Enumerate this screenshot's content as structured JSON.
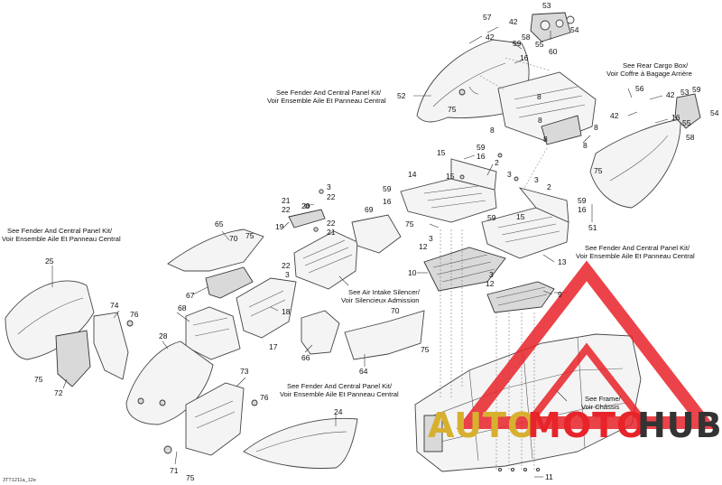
{
  "diagram": {
    "ref_code": "3TT1211a_12e",
    "notes": {
      "fender_left": [
        "See Fender And Central Panel Kit/",
        "Voir Ensemble Aile Et Panneau Central"
      ],
      "fender_top": [
        "See Fender And Central Panel Kit/",
        "Voir Ensemble Aile Et Panneau Central"
      ],
      "fender_right": [
        "See Fender And Central Panel Kit/",
        "Voir Ensemble Aile Et Panneau Central"
      ],
      "fender_bottom": [
        "See Fender And Central Panel Kit/",
        "Voir Ensemble Aile Et Panneau Central"
      ],
      "cargo_box": [
        "See Rear Cargo Box/",
        "Voir Coffre à Bagage Arrière"
      ],
      "air_intake": [
        "See Air Intake Silencer/",
        "Voir Silencieux Admission"
      ],
      "frame": [
        "See Frame/",
        "Voir Châssis"
      ]
    },
    "callouts": [
      {
        "id": "c53a",
        "label": "53"
      },
      {
        "id": "c57",
        "label": "57"
      },
      {
        "id": "c42a",
        "label": "42"
      },
      {
        "id": "c42b",
        "label": "42"
      },
      {
        "id": "c58a",
        "label": "58"
      },
      {
        "id": "c59a",
        "label": "59"
      },
      {
        "id": "c55a",
        "label": "55"
      },
      {
        "id": "c54a",
        "label": "54"
      },
      {
        "id": "c60",
        "label": "60"
      },
      {
        "id": "c16a",
        "label": "16"
      },
      {
        "id": "c52",
        "label": "52"
      },
      {
        "id": "c75a",
        "label": "75"
      },
      {
        "id": "c8a",
        "label": "8"
      },
      {
        "id": "c8b",
        "label": "8"
      },
      {
        "id": "c8c",
        "label": "8"
      },
      {
        "id": "c8d",
        "label": "8"
      },
      {
        "id": "c8e",
        "label": "8"
      },
      {
        "id": "c8f",
        "label": "8"
      },
      {
        "id": "c56",
        "label": "56"
      },
      {
        "id": "c42c",
        "label": "42"
      },
      {
        "id": "c42d",
        "label": "42"
      },
      {
        "id": "c53b",
        "label": "53"
      },
      {
        "id": "c59b",
        "label": "59"
      },
      {
        "id": "c54b",
        "label": "54"
      },
      {
        "id": "c16b",
        "label": "16"
      },
      {
        "id": "c55b",
        "label": "55"
      },
      {
        "id": "c58b",
        "label": "58"
      },
      {
        "id": "c75b",
        "label": "75"
      },
      {
        "id": "c59c",
        "label": "59"
      },
      {
        "id": "c15a",
        "label": "15"
      },
      {
        "id": "c16c",
        "label": "16"
      },
      {
        "id": "c2a",
        "label": "2"
      },
      {
        "id": "c14",
        "label": "14"
      },
      {
        "id": "c15b",
        "label": "15"
      },
      {
        "id": "c3a",
        "label": "3"
      },
      {
        "id": "c59d",
        "label": "59"
      },
      {
        "id": "c16d",
        "label": "16"
      },
      {
        "id": "c75c",
        "label": "75"
      },
      {
        "id": "c3b",
        "label": "3"
      },
      {
        "id": "c2b",
        "label": "2"
      },
      {
        "id": "c59e",
        "label": "59"
      },
      {
        "id": "c16e",
        "label": "16"
      },
      {
        "id": "c51",
        "label": "51"
      },
      {
        "id": "c59f",
        "label": "59"
      },
      {
        "id": "c15c",
        "label": "15"
      },
      {
        "id": "c3c",
        "label": "3"
      },
      {
        "id": "c12a",
        "label": "12"
      },
      {
        "id": "c10",
        "label": "10"
      },
      {
        "id": "c13",
        "label": "13"
      },
      {
        "id": "c3d",
        "label": "3"
      },
      {
        "id": "c12b",
        "label": "12"
      },
      {
        "id": "c9",
        "label": "9"
      },
      {
        "id": "c21a",
        "label": "21"
      },
      {
        "id": "c22a",
        "label": "22"
      },
      {
        "id": "c3e",
        "label": "3"
      },
      {
        "id": "c22b",
        "label": "22"
      },
      {
        "id": "c20",
        "label": "20"
      },
      {
        "id": "c19",
        "label": "19"
      },
      {
        "id": "c22c",
        "label": "22"
      },
      {
        "id": "c21b",
        "label": "21"
      },
      {
        "id": "c69",
        "label": "69"
      },
      {
        "id": "c22d",
        "label": "22"
      },
      {
        "id": "c3f",
        "label": "3"
      },
      {
        "id": "c65",
        "label": "65"
      },
      {
        "id": "c70a",
        "label": "70"
      },
      {
        "id": "c75d",
        "label": "75"
      },
      {
        "id": "c25",
        "label": "25"
      },
      {
        "id": "c67",
        "label": "67"
      },
      {
        "id": "c74",
        "label": "74"
      },
      {
        "id": "c76a",
        "label": "76"
      },
      {
        "id": "c68",
        "label": "68"
      },
      {
        "id": "c18",
        "label": "18"
      },
      {
        "id": "c17",
        "label": "17"
      },
      {
        "id": "c70b",
        "label": "70"
      },
      {
        "id": "c28",
        "label": "28"
      },
      {
        "id": "c75e",
        "label": "75"
      },
      {
        "id": "c72",
        "label": "72"
      },
      {
        "id": "c66",
        "label": "66"
      },
      {
        "id": "c64",
        "label": "64"
      },
      {
        "id": "c75f",
        "label": "75"
      },
      {
        "id": "c73",
        "label": "73"
      },
      {
        "id": "c76b",
        "label": "76"
      },
      {
        "id": "c24",
        "label": "24"
      },
      {
        "id": "c71",
        "label": "71"
      },
      {
        "id": "c75g",
        "label": "75"
      },
      {
        "id": "c11",
        "label": "11"
      }
    ]
  },
  "watermark": {
    "brand_part1": "AUTO",
    "brand_part2": "MOTO",
    "brand_part3": "HUB",
    "colors": {
      "accent": "#e8232a",
      "gold": "#d8b030",
      "dark": "#333333"
    }
  }
}
